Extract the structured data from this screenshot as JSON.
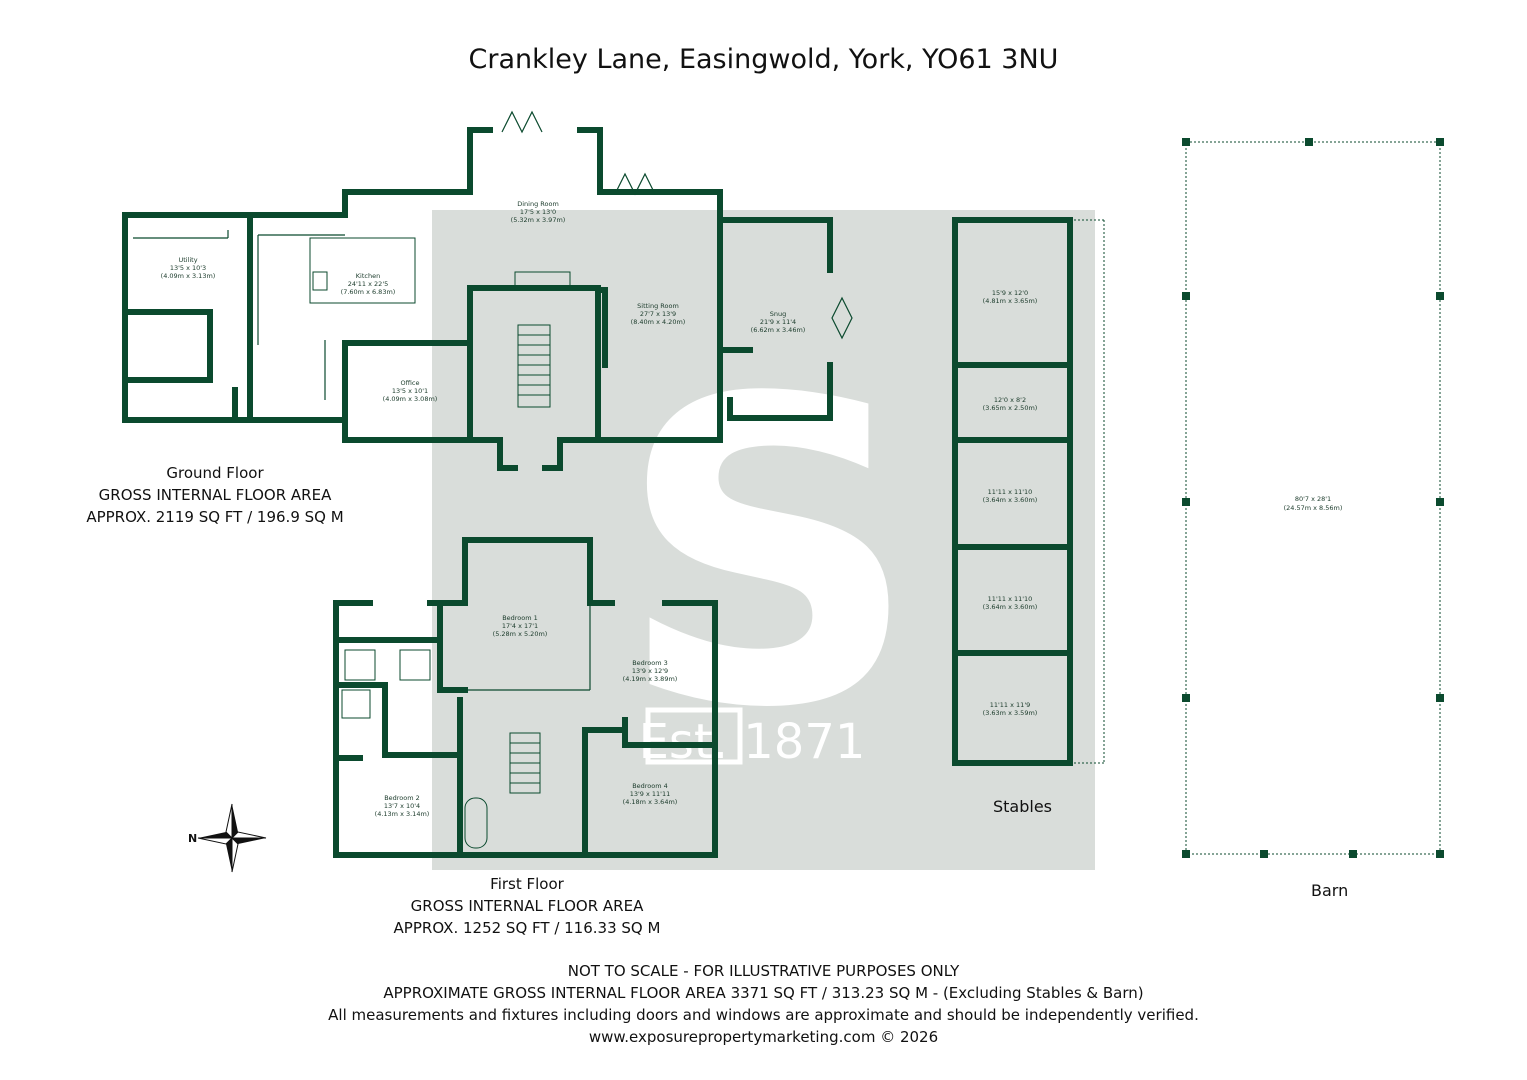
{
  "title": "Crankley Lane, Easingwold, York, YO61 3NU",
  "ground_floor": {
    "name": "Ground Floor",
    "area_label": "GROSS INTERNAL FLOOR AREA",
    "area_value": "APPROX. 2119 SQ FT / 196.9 SQ M",
    "rooms": [
      {
        "name": "Utility",
        "imperial": "13'5 x 10'3",
        "metric": "(4.09m x 3.13m)"
      },
      {
        "name": "Kitchen",
        "imperial": "24'11 x 22'5",
        "metric": "(7.60m x 6.83m)"
      },
      {
        "name": "Dining Room",
        "imperial": "17'5 x 13'0",
        "metric": "(5.32m x 3.97m)"
      },
      {
        "name": "Sitting Room",
        "imperial": "27'7 x 13'9",
        "metric": "(8.40m x 4.20m)"
      },
      {
        "name": "Snug",
        "imperial": "21'9 x 11'4",
        "metric": "(6.62m x 3.46m)"
      },
      {
        "name": "Office",
        "imperial": "13'5 x 10'1",
        "metric": "(4.09m x 3.08m)"
      }
    ]
  },
  "first_floor": {
    "name": "First Floor",
    "area_label": "GROSS INTERNAL FLOOR AREA",
    "area_value": "APPROX. 1252 SQ FT / 116.33 SQ M",
    "rooms": [
      {
        "name": "Bedroom 1",
        "imperial": "17'4 x 17'1",
        "metric": "(5.28m x 5.20m)"
      },
      {
        "name": "Bedroom 2",
        "imperial": "13'7 x 10'4",
        "metric": "(4.13m x 3.14m)"
      },
      {
        "name": "Bedroom 3",
        "imperial": "13'9 x 12'9",
        "metric": "(4.19m x 3.89m)"
      },
      {
        "name": "Bedroom 4",
        "imperial": "13'9 x 11'11",
        "metric": "(4.18m x 3.64m)"
      }
    ]
  },
  "stables": {
    "name": "Stables",
    "boxes": [
      {
        "imperial": "15'9 x 12'0",
        "metric": "(4.81m x 3.65m)"
      },
      {
        "imperial": "12'0 x 8'2",
        "metric": "(3.65m x 2.50m)"
      },
      {
        "imperial": "11'11 x 11'10",
        "metric": "(3.64m x 3.60m)"
      },
      {
        "imperial": "11'11 x 11'10",
        "metric": "(3.64m x 3.60m)"
      },
      {
        "imperial": "11'11 x 11'9",
        "metric": "(3.63m x 3.59m)"
      }
    ]
  },
  "barn": {
    "name": "Barn",
    "imperial": "80'7 x 28'1",
    "metric": "(24.57m x 8.56m)"
  },
  "watermark": {
    "letter": "S",
    "text": "Est. 1871"
  },
  "compass": {
    "label": "N"
  },
  "footer": {
    "line1": "NOT TO SCALE - FOR ILLUSTRATIVE PURPOSES ONLY",
    "line2": "APPROXIMATE GROSS INTERNAL FLOOR AREA 3371 SQ FT / 313.23 SQ M - (Excluding Stables & Barn)",
    "line3": "All measurements and fixtures including doors and windows are approximate and should be independently verified.",
    "line4": "www.exposurepropertymarketing.com © 2026"
  },
  "colors": {
    "wall": "#0b4a2e",
    "watermark_bg": "#d9ddda",
    "watermark_fg": "#ffffff"
  }
}
